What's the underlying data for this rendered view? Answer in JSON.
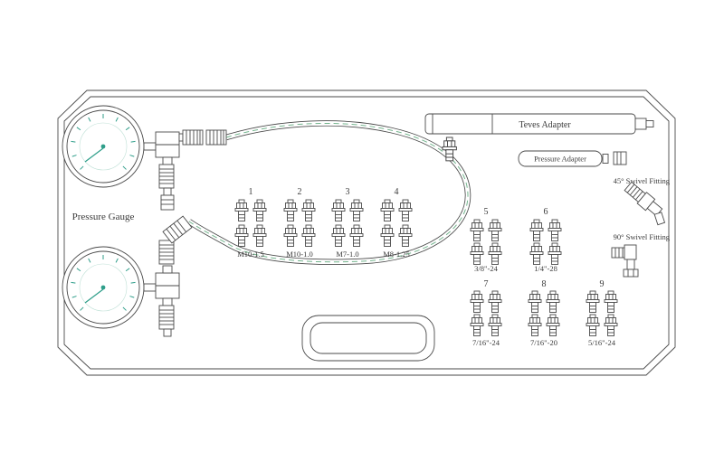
{
  "diagram": {
    "title": "Pressure test kit case illustration",
    "labels": {
      "pressure_gauge": "Pressure Gauge",
      "teves_adapter": "Teves Adapter",
      "pressure_adapter": "Pressure Adapter",
      "swivel_45": "45°  Swivel Fitting",
      "swivel_90": "90°  Swivel Fitting"
    },
    "fitting_groups": [
      {
        "number": "1",
        "thread": "M10-1.5"
      },
      {
        "number": "2",
        "thread": "M10-1.0"
      },
      {
        "number": "3",
        "thread": "M7-1.0"
      },
      {
        "number": "4",
        "thread": "M8-1.25"
      },
      {
        "number": "5",
        "thread": "3/8\"-24"
      },
      {
        "number": "6",
        "thread": "1/4\"-28"
      },
      {
        "number": "7",
        "thread": "7/16\"-24"
      },
      {
        "number": "8",
        "thread": "7/16\"-20"
      },
      {
        "number": "9",
        "thread": "5/16\"-24"
      }
    ],
    "colors": {
      "line": "#4a4a4a",
      "gauge_accent": "#2f9e8a",
      "hose_dash": "#74b58e"
    }
  }
}
